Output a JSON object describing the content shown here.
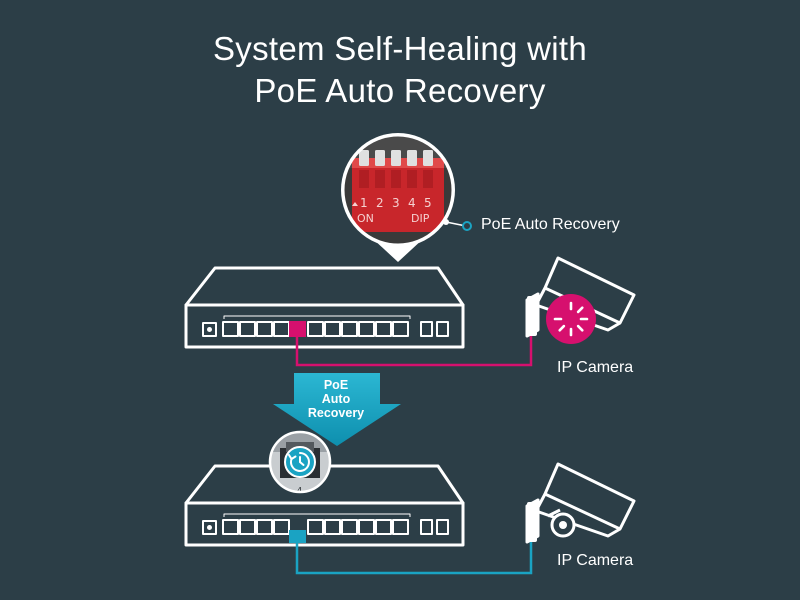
{
  "title": {
    "line1": "System Self-Healing with",
    "line2": "PoE Auto Recovery"
  },
  "dip_switch": {
    "numbers": [
      "1",
      "2",
      "3",
      "4",
      "5"
    ],
    "on_label": "ON",
    "dip_label": "DIP"
  },
  "callout_label": "PoE Auto Recovery",
  "arrow": {
    "line1": "PoE",
    "line2": "Auto",
    "line3": "Recovery"
  },
  "port_zoom_number": "4",
  "cameras": [
    {
      "label": "IP Camera",
      "status": "error"
    },
    {
      "label": "IP Camera",
      "status": "ok"
    }
  ],
  "colors": {
    "background": "#2c3e47",
    "fault_link": "#d6106e",
    "recovered_link": "#1aa3c3",
    "dip_red": "#c8262b",
    "outline": "#ffffff"
  }
}
